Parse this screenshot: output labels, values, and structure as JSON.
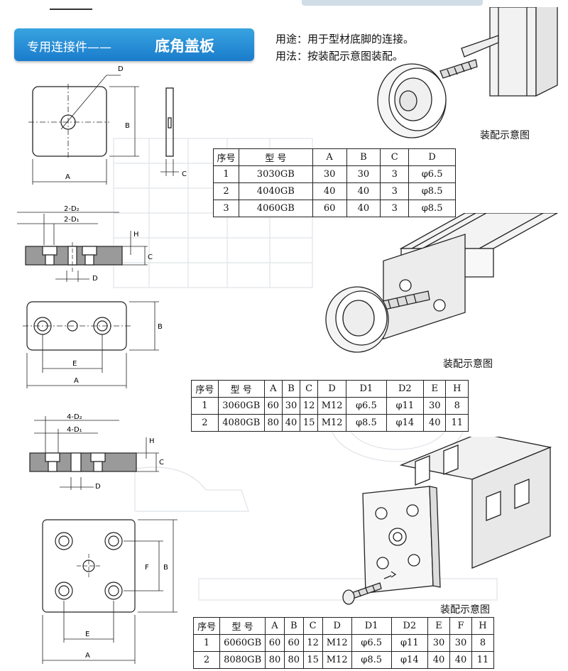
{
  "banner": {
    "category": "专用连接件——",
    "title": "底角盖板"
  },
  "usage": {
    "purpose": "用途：用于型材底脚的连接。",
    "method": "用法：按装配示意图装配。"
  },
  "captions": {
    "assembly_1": "装配示意图",
    "assembly_2": "装配示意图",
    "assembly_3": "装配示意图"
  },
  "dim_labels": {
    "D": "D",
    "B": "B",
    "A": "A",
    "C": "C",
    "E": "E",
    "F": "F",
    "H": "H",
    "two_d2": "2-D₂",
    "two_d1": "2-D₁",
    "four_d2": "4-D₂",
    "four_d1": "4-D₁"
  },
  "table1": {
    "headers": [
      "序号",
      "型 号",
      "A",
      "B",
      "C",
      "D"
    ],
    "rows": [
      [
        "1",
        "3030GB",
        "30",
        "30",
        "3",
        "φ6.5"
      ],
      [
        "2",
        "4040GB",
        "40",
        "40",
        "3",
        "φ8.5"
      ],
      [
        "3",
        "4060GB",
        "60",
        "40",
        "3",
        "φ8.5"
      ]
    ]
  },
  "table2": {
    "headers": [
      "序号",
      "型 号",
      "A",
      "B",
      "C",
      "D",
      "D1",
      "D2",
      "E",
      "H"
    ],
    "rows": [
      [
        "1",
        "3060GB",
        "60",
        "30",
        "12",
        "M12",
        "φ6.5",
        "φ11",
        "30",
        "8"
      ],
      [
        "2",
        "4080GB",
        "80",
        "40",
        "15",
        "M12",
        "φ8.5",
        "φ14",
        "40",
        "11"
      ]
    ]
  },
  "table3": {
    "headers": [
      "序号",
      "型 号",
      "A",
      "B",
      "C",
      "D",
      "D1",
      "D2",
      "E",
      "F",
      "H"
    ],
    "rows": [
      [
        "1",
        "6060GB",
        "60",
        "60",
        "12",
        "M12",
        "φ6.5",
        "φ11",
        "30",
        "30",
        "8"
      ],
      [
        "2",
        "8080GB",
        "80",
        "80",
        "15",
        "M12",
        "φ8.5",
        "φ14",
        "40",
        "40",
        "11"
      ]
    ]
  }
}
